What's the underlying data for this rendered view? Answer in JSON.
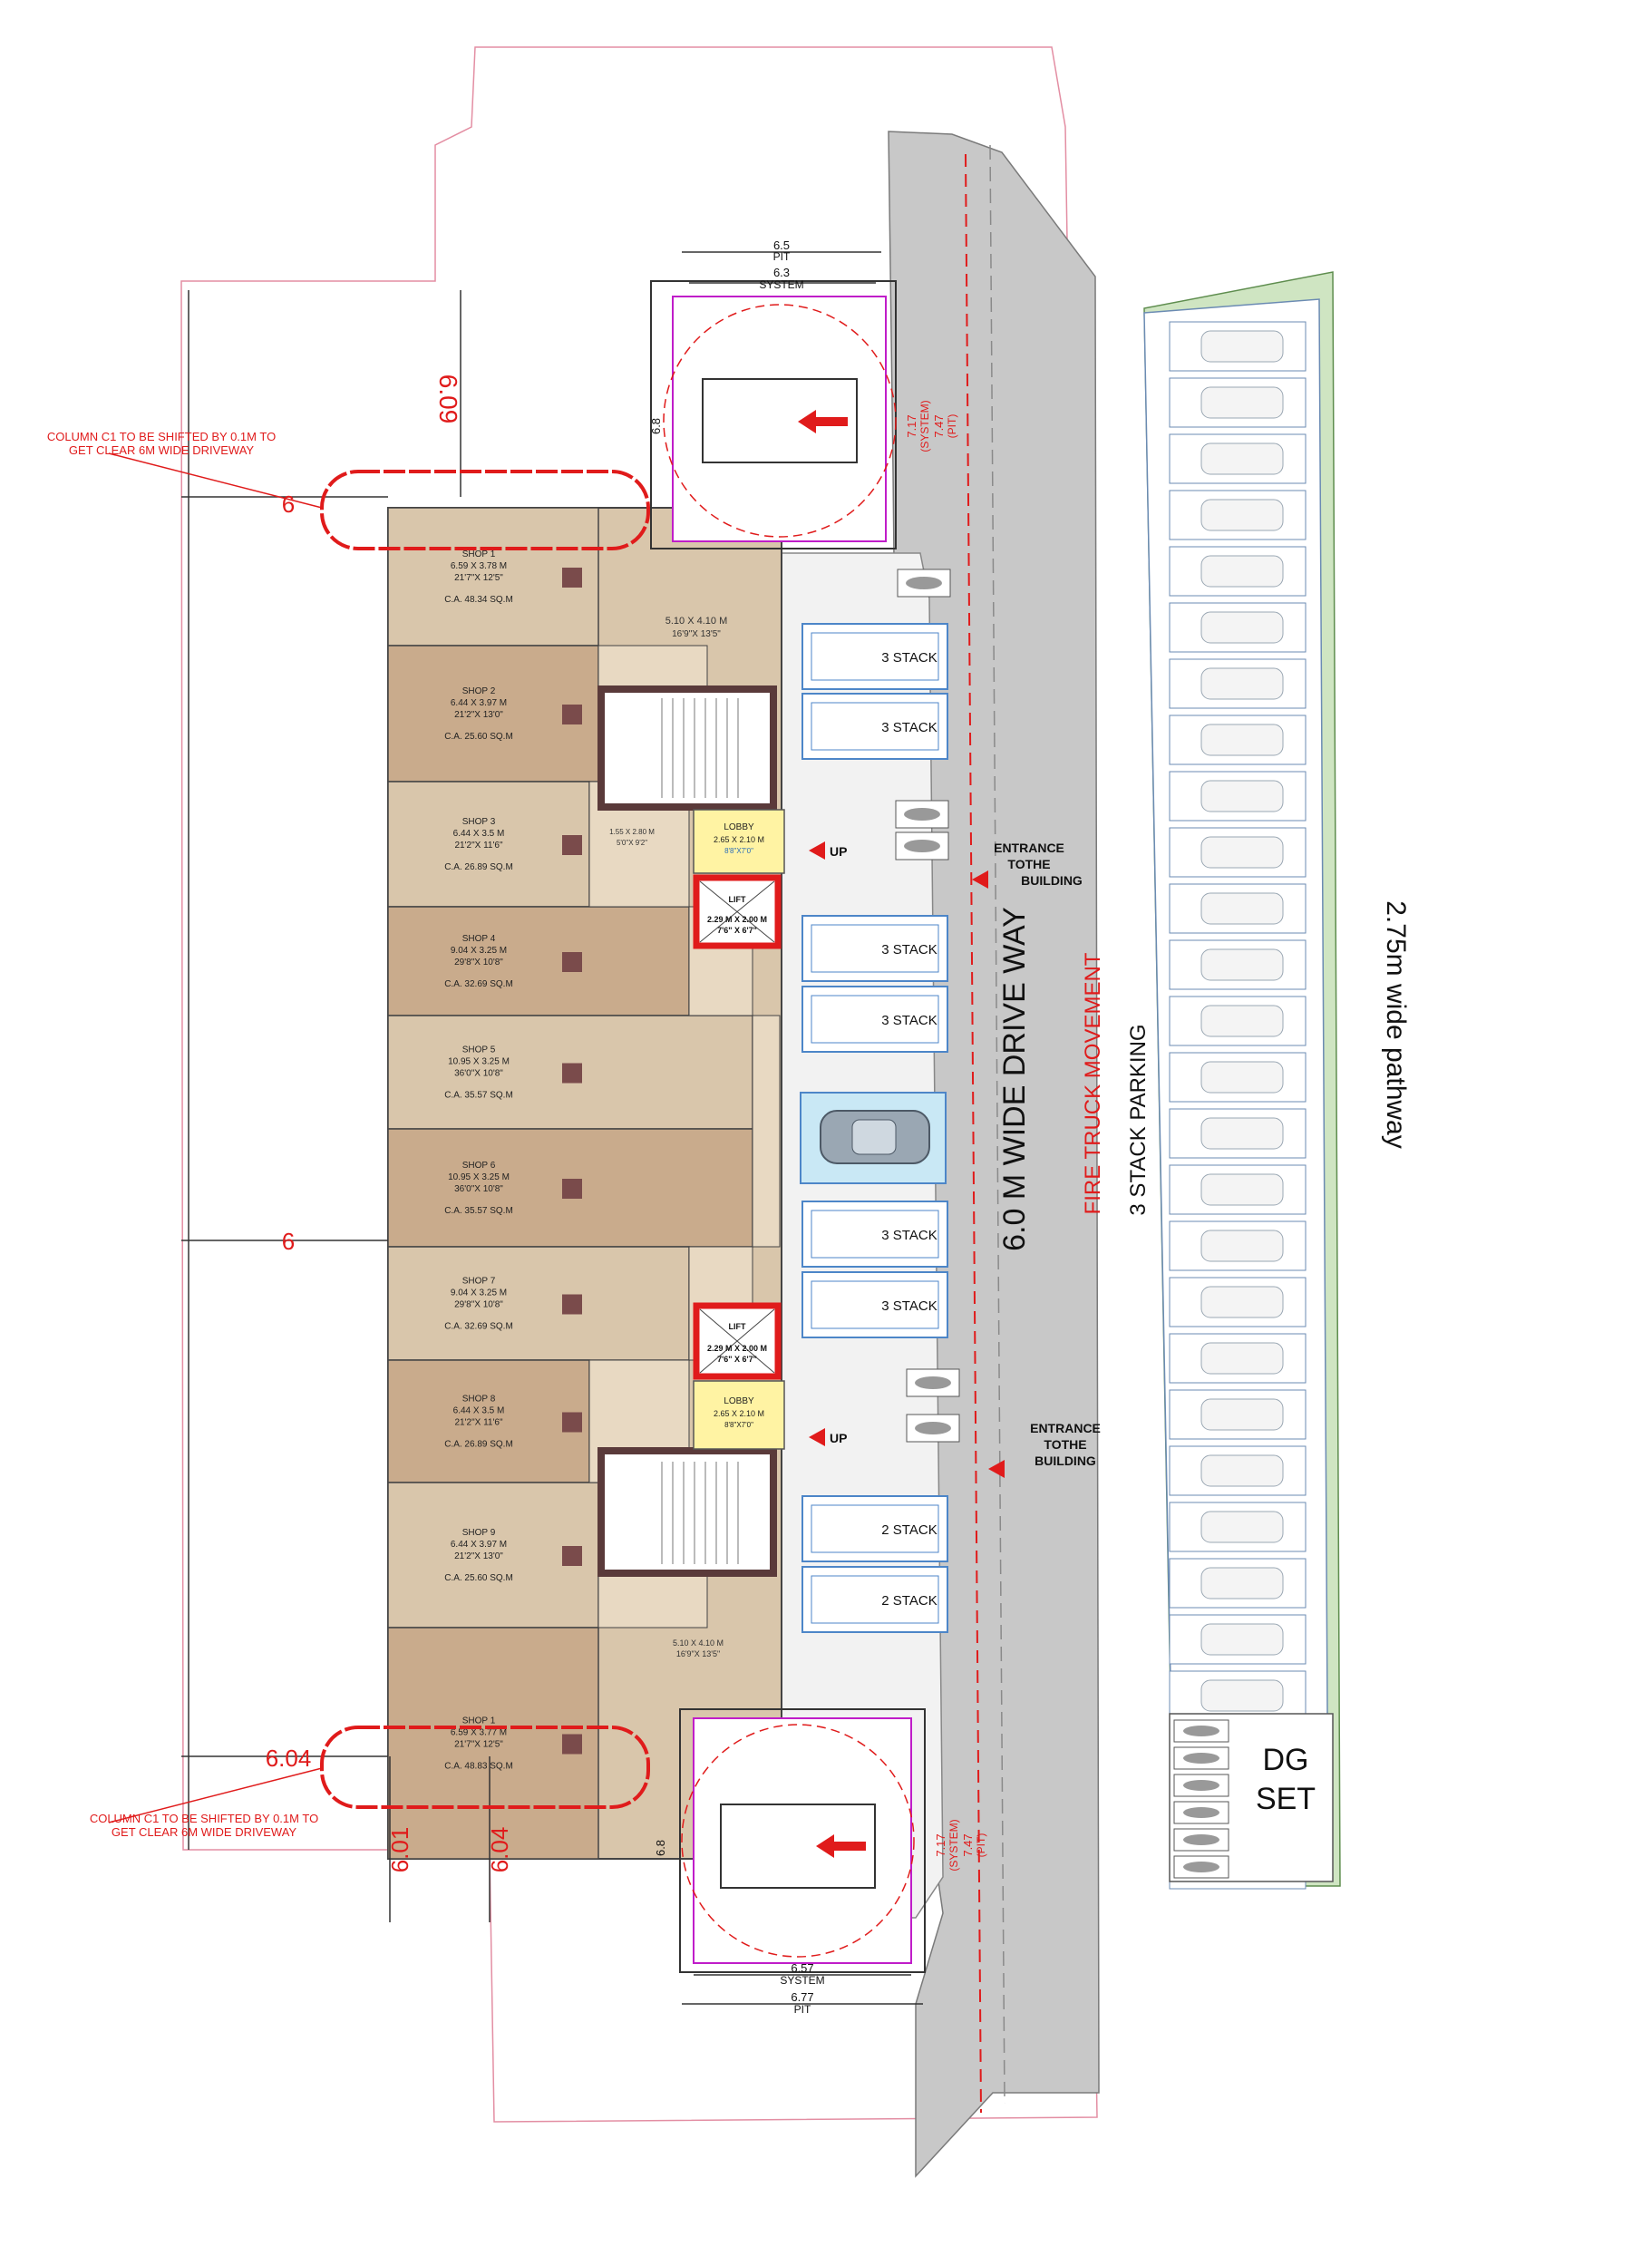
{
  "notes": {
    "top": {
      "line1": "COLUMN C1 TO BE SHIFTED BY 0.1M TO",
      "line2": "GET CLEAR 6M WIDE DRIVEWAY"
    },
    "bottom": {
      "line1": "COLUMN C1 TO BE SHIFTED BY 0.1M TO",
      "line2": "GET CLEAR 6M WIDE DRIVEWAY"
    }
  },
  "dims": {
    "top_left_vertical": "6.09",
    "row_top": "6",
    "row_middle": "6",
    "row_bottom": "6.04",
    "bottom_left_a": "6.01",
    "bottom_left_b": "6.04"
  },
  "pit_top": {
    "pit_width": "6.5",
    "pit_label": "PIT",
    "system_width": "6.3",
    "system_label": "SYSTEM",
    "depth": "6.8",
    "sys_depth": "7.17",
    "sys_label": "(SYSTEM)",
    "pit_depth": "7.47",
    "pit_depth_label": "(PIT)"
  },
  "pit_bottom": {
    "system_width": "6.57",
    "system_label": "SYSTEM",
    "pit_width": "6.77",
    "pit_label": "PIT",
    "depth": "6.8",
    "sys_depth": "7.17",
    "sys_label": "(SYSTEM)",
    "pit_depth": "7.47",
    "pit_depth_label": "(PIT)"
  },
  "shops": [
    {
      "name": "SHOP 1",
      "size": "6.59 X 3.78 M",
      "imperial": "21'7\"X 12'5\"",
      "ca": "C.A. 48.34 SQ.M"
    },
    {
      "name": "SHOP 2",
      "size": "6.44 X 3.97 M",
      "imperial": "21'2\"X 13'0\"",
      "ca": "C.A. 25.60 SQ.M"
    },
    {
      "name": "SHOP 3",
      "size": "6.44 X 3.5 M",
      "imperial": "21'2\"X 11'6\"",
      "ca": "C.A. 26.89 SQ.M"
    },
    {
      "name": "SHOP 4",
      "size": "9.04 X 3.25 M",
      "imperial": "29'8\"X 10'8\"",
      "ca": "C.A. 32.69 SQ.M"
    },
    {
      "name": "SHOP 5",
      "size": "10.95 X 3.25 M",
      "imperial": "36'0\"X 10'8\"",
      "ca": "C.A. 35.57 SQ.M"
    },
    {
      "name": "SHOP 6",
      "size": "10.95 X 3.25 M",
      "imperial": "36'0\"X 10'8\"",
      "ca": "C.A. 35.57 SQ.M"
    },
    {
      "name": "SHOP 7",
      "size": "9.04 X 3.25 M",
      "imperial": "29'8\"X 10'8\"",
      "ca": "C.A. 32.69 SQ.M"
    },
    {
      "name": "SHOP 8",
      "size": "6.44 X 3.5 M",
      "imperial": "21'2\"X 11'6\"",
      "ca": "C.A. 26.89 SQ.M"
    },
    {
      "name": "SHOP 9",
      "size": "6.44 X 3.97 M",
      "imperial": "21'2\"X 13'0\"",
      "ca": "C.A. 25.60 SQ.M"
    },
    {
      "name": "SHOP 1",
      "size": "6.59 X 3.77 M",
      "imperial": "21'7\"X 12'5\"",
      "ca": "C.A. 48.83 SQ.M"
    }
  ],
  "inner_rooms": {
    "top": {
      "size": "5.10 X 4.10 M",
      "imperial": "16'9\"X 13'5\""
    },
    "bottom": {
      "size": "5.10 X 4.10 M",
      "imperial": "16'9\"X 13'5\""
    },
    "small": {
      "size": "1.55 X 2.80 M",
      "imperial": "5'0\"X 9'2\""
    }
  },
  "lobby_top": {
    "name": "LOBBY",
    "size": "2.65 X 2.10 M",
    "imperial": "8'8\"X7'0\""
  },
  "lobby_bottom": {
    "name": "LOBBY",
    "size": "2.65 X 2.10 M",
    "imperial": "8'8\"X7'0\""
  },
  "lift_top": {
    "name": "LIFT",
    "size": "2.29 M X 2.00 M",
    "imperial": "7'6\" X 6'7\""
  },
  "lift_bottom": {
    "name": "LIFT",
    "size": "2.29 M X 2.00 M",
    "imperial": "7'6\" X 6'7\""
  },
  "up_label": "UP",
  "stacks": [
    "3 STACK",
    "3 STACK",
    "3 STACK",
    "3 STACK",
    "3 STACK",
    "3 STACK",
    "2 STACK",
    "2 STACK"
  ],
  "entrance": {
    "line1": "ENTRANCE",
    "line2": "TOTHE",
    "line3": "BUILDING"
  },
  "driveway": "6.0 M WIDE DRIVE WAY",
  "fire": "FIRE TRUCK MOVEMENT",
  "stack_parking": "3 STACK PARKING",
  "pathway": "2.75m wide pathway",
  "dg": {
    "line1": "DG",
    "line2": "SET"
  },
  "colors": {
    "shop_light": "#d9c6ab",
    "shop_dark": "#c9ab8c",
    "road": "#c8c8c8",
    "green": "#cfe5c2",
    "red": "#e01b1b",
    "blue": "#4d86c8",
    "lift_yellow": "#fff3a3"
  }
}
